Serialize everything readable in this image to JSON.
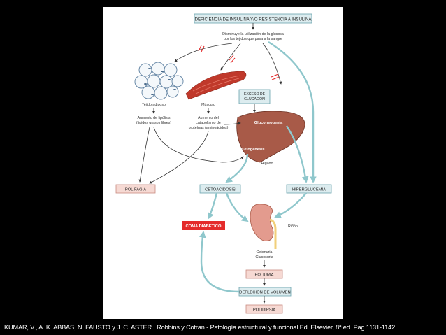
{
  "colors": {
    "slide_background": "#000000",
    "teal_box_fill": "#dcecef",
    "teal_box_border": "#6aa3ad",
    "pink_box_fill": "#f6d9d3",
    "alert_box_fill": "#e42b2b",
    "arrow_teal": "#8fc7cc",
    "arrow_dark": "#333333",
    "liver": "#a85a48",
    "muscle": "#c0392b",
    "kidney": "#e39b8e"
  },
  "diagram": {
    "top_box": "DEFICIENCIA DE INSULINA Y/O RESISTENCIA A INSULINA",
    "glucose_use": [
      "Disminuye la utilización de la glucosa",
      "por los tejidos que pasa a la sangre"
    ],
    "adipose_label": "Tejido adiposo",
    "muscle_label": "Músculo",
    "glucagon_box": [
      "EXCESO DE",
      "GLUCAGÓN"
    ],
    "lipolysis": [
      "Aumento de lipólisis",
      "(ácidos grasos libres)"
    ],
    "protein": [
      "Aumento del",
      "catabolismo de",
      "proteínas (aminoácidos)"
    ],
    "gluconeogenesis": "Gluconeogenia",
    "ketogenesis": "Cetogénesis",
    "liver_label": "Hígado",
    "polyphagia": "POLIFAGIA",
    "ketoacidosis": "CETOACIDOSIS",
    "hyperglycemia": "HIPERGLUCEMIA",
    "coma": "COMA DIABÉTICO",
    "kidney_label": "Riñón",
    "ketonuria": [
      "Cetonuria",
      "Glucosuria"
    ],
    "polyuria": "POLIURIA",
    "volume_depletion": "DEPLECIÓN DE VOLUMEN",
    "polydipsia": "POLIDIPSIA"
  },
  "caption": "KUMAR, V., A. K. ABBAS, N. FAUSTO y J. C. ASTER . Robbins y Cotran - Patología estructural y funcional Ed. Elsevier, 8ª ed. Pag 1131-1142."
}
